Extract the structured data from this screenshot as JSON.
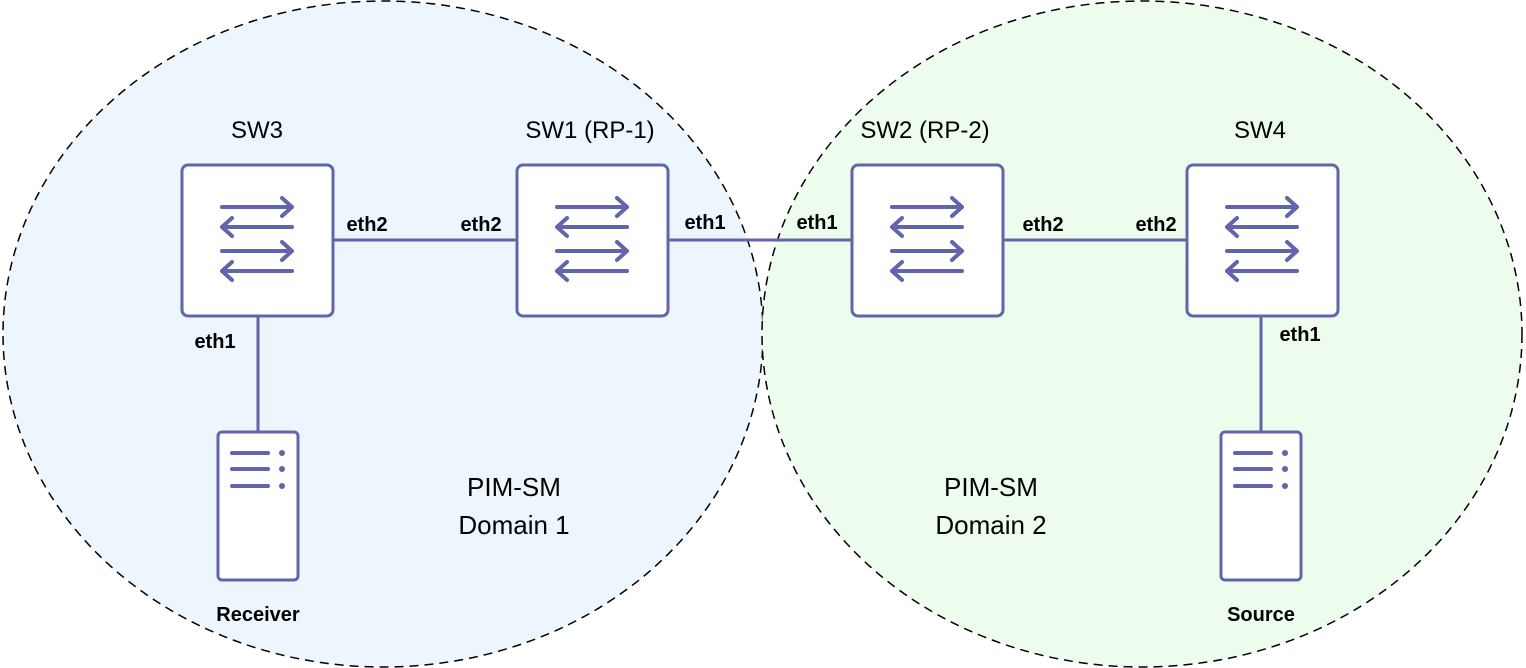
{
  "colors": {
    "device_stroke": "#6264ac",
    "domain1_fill": "#eef6fd",
    "domain2_fill": "#eefcee",
    "domain_border": "#000000"
  },
  "domains": {
    "d1": {
      "line1": "PIM-SM",
      "line2": "Domain 1"
    },
    "d2": {
      "line1": "PIM-SM",
      "line2": "Domain 2"
    }
  },
  "switches": {
    "sw3": {
      "label": "SW3",
      "icon": "switch-icon"
    },
    "sw1": {
      "label": "SW1 (RP-1)",
      "icon": "switch-icon"
    },
    "sw2": {
      "label": "SW2 (RP-2)",
      "icon": "switch-icon"
    },
    "sw4": {
      "label": "SW4",
      "icon": "switch-icon"
    }
  },
  "hosts": {
    "receiver": {
      "label": "Receiver",
      "icon": "server-icon"
    },
    "source": {
      "label": "Source",
      "icon": "server-icon"
    }
  },
  "ports": {
    "sw3_eth2": "eth2",
    "sw1_eth2": "eth2",
    "sw1_eth1": "eth1",
    "sw2_eth1": "eth1",
    "sw2_eth2": "eth2",
    "sw4_eth2": "eth2",
    "sw3_eth1": "eth1",
    "sw4_eth1": "eth1"
  }
}
